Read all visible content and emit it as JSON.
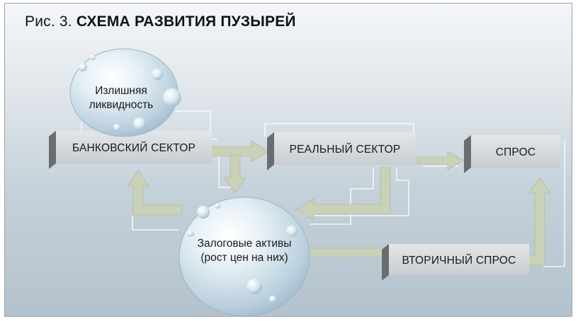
{
  "title": {
    "prefix": "Рис. 3.",
    "text": "СХЕМА РАЗВИТИЯ ПУЗЫРЕЙ"
  },
  "nodes": {
    "excess_liquidity": {
      "line1": "Излишняя",
      "line2": "ликвидность"
    },
    "banking_sector": "БАНКОВСКИЙ СЕКТОР",
    "real_sector": "РЕАЛЬНЫЙ СЕКТОР",
    "demand": "СПРОС",
    "collateral_assets": {
      "line1": "Залоговые активы",
      "line2": "(рост цен на них)"
    },
    "secondary_demand": "ВТОРИЧНЫЙ СПРОС"
  },
  "colors": {
    "arrow": "#c9d1b6",
    "box_face": "#d3d7da",
    "box_shadow": "#6a6d70",
    "bubble": "#cfe2ee",
    "connector_line": "#ffffff"
  }
}
